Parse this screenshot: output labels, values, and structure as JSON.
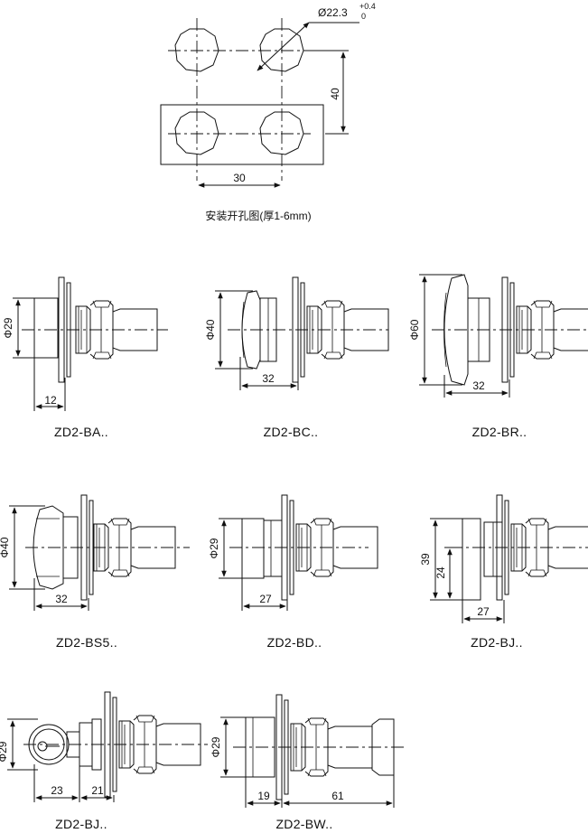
{
  "mounting": {
    "caption": "安装开孔图(厚1-6mm)",
    "hole_dia": "Ø22.3",
    "tol_plus": "+0.4",
    "tol_zero": "0",
    "vertical_spacing": "40",
    "horizontal_spacing": "30"
  },
  "parts": [
    {
      "label": "ZD2-BA..",
      "dia": "Φ29",
      "dims": [
        "12"
      ]
    },
    {
      "label": "ZD2-BC..",
      "dia": "Φ40",
      "dims": [
        "32"
      ]
    },
    {
      "label": "ZD2-BR..",
      "dia": "Φ60",
      "dims": [
        "32"
      ]
    },
    {
      "label": "ZD2-BS5..",
      "dia": "Φ40",
      "dims": [
        "32"
      ]
    },
    {
      "label": "ZD2-BD..",
      "dia": "Φ29",
      "dims": [
        "27"
      ]
    },
    {
      "label": "ZD2-BJ..",
      "dia": "",
      "dims": [
        "39",
        "24",
        "27"
      ]
    },
    {
      "label": "ZD2-BJ..",
      "dia": "Φ29",
      "dims": [
        "23",
        "21"
      ]
    },
    {
      "label": "ZD2-BW..",
      "dia": "Φ29",
      "dims": [
        "19",
        "61"
      ]
    }
  ]
}
